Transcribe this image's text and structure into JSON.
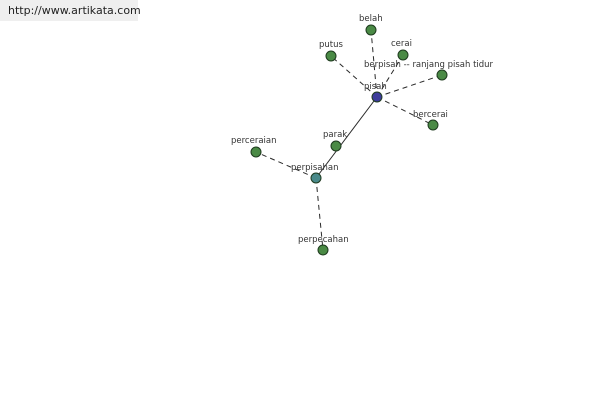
{
  "header": {
    "url": "http://www.artikata.com"
  },
  "colors": {
    "root_node": "#3c3c9a",
    "hub_node": "#4a8a8a",
    "leaf_node": "#4a8a45"
  },
  "graph": {
    "nodes": [
      {
        "id": "pisah",
        "label": "pisah",
        "kind": "root"
      },
      {
        "id": "belah",
        "label": "belah",
        "kind": "leaf"
      },
      {
        "id": "putus",
        "label": "putus",
        "kind": "leaf"
      },
      {
        "id": "cerai",
        "label": "cerai",
        "kind": "leaf"
      },
      {
        "id": "berpisah",
        "label": "berpisah -- ranjang pisah tidur",
        "kind": "leaf"
      },
      {
        "id": "bercerai",
        "label": "bercerai",
        "kind": "leaf"
      },
      {
        "id": "parak",
        "label": "parak",
        "kind": "leaf"
      },
      {
        "id": "perpisahan",
        "label": "perpisahan",
        "kind": "hub"
      },
      {
        "id": "perceraian",
        "label": "perceraian",
        "kind": "leaf"
      },
      {
        "id": "perpecahan",
        "label": "perpecahan",
        "kind": "leaf"
      }
    ],
    "edges": [
      {
        "from": "pisah",
        "to": "belah",
        "style": "dashed"
      },
      {
        "from": "pisah",
        "to": "putus",
        "style": "dashed"
      },
      {
        "from": "pisah",
        "to": "cerai",
        "style": "dashed"
      },
      {
        "from": "pisah",
        "to": "berpisah",
        "style": "dashed"
      },
      {
        "from": "pisah",
        "to": "bercerai",
        "style": "dashed"
      },
      {
        "from": "pisah",
        "to": "perpisahan",
        "style": "solid"
      },
      {
        "from": "perpisahan",
        "to": "perceraian",
        "style": "dashed"
      },
      {
        "from": "perpisahan",
        "to": "perpecahan",
        "style": "dashed"
      }
    ]
  }
}
